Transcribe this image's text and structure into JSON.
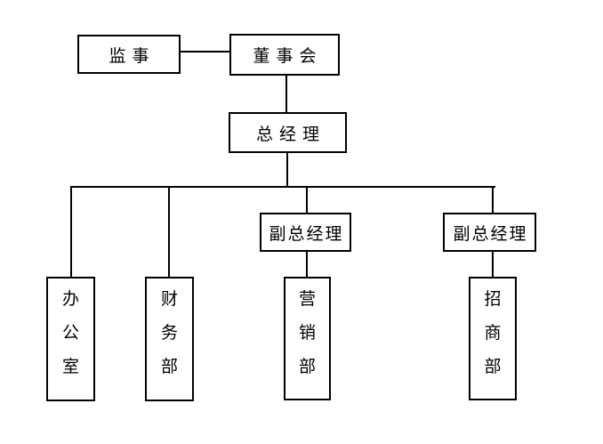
{
  "diagram": {
    "type": "org-chart",
    "colors": {
      "background": "#ffffff",
      "line": "#000000",
      "box_border": "#000000",
      "text": "#000000"
    },
    "nodes": {
      "supervisor": {
        "label": "监事"
      },
      "board": {
        "label": "董事会"
      },
      "general_manager": {
        "label": "总经理"
      },
      "deputy_gm_1": {
        "label": "副总经理"
      },
      "deputy_gm_2": {
        "label": "副总经理"
      },
      "office": {
        "label": "办公室"
      },
      "finance_dept": {
        "label": "财务部"
      },
      "marketing_dept": {
        "label": "营销部"
      },
      "investment_dept": {
        "label": "招商部"
      }
    },
    "edges": [
      {
        "from": "supervisor",
        "to": "board"
      },
      {
        "from": "board",
        "to": "general_manager"
      },
      {
        "from": "general_manager",
        "to": "office"
      },
      {
        "from": "general_manager",
        "to": "finance_dept"
      },
      {
        "from": "general_manager",
        "to": "deputy_gm_1"
      },
      {
        "from": "general_manager",
        "to": "deputy_gm_2"
      },
      {
        "from": "deputy_gm_1",
        "to": "marketing_dept"
      },
      {
        "from": "deputy_gm_2",
        "to": "investment_dept"
      }
    ]
  }
}
